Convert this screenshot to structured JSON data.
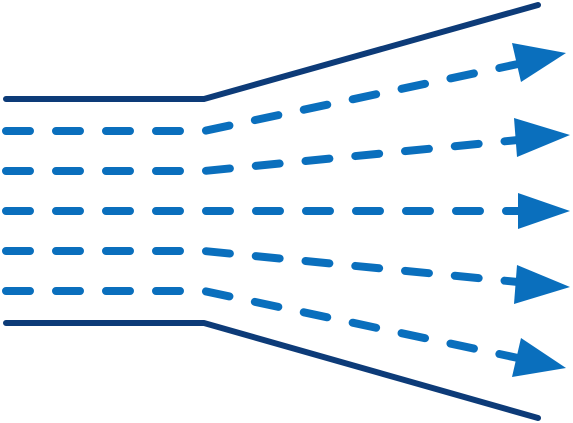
{
  "colors": {
    "wall": "#0d3b78",
    "flow": "#0a6fbd",
    "background": "#ffffff"
  },
  "diagram": {
    "kind": "diverging-flow",
    "flow_line_count": 5,
    "wall_count": 2,
    "arrowhead_icon": "triangle-arrowhead-icon"
  }
}
